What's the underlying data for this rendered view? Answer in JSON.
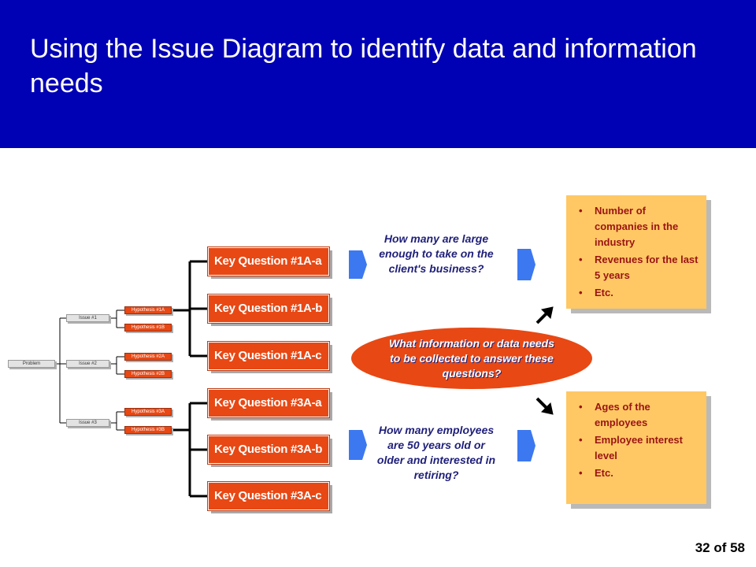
{
  "slide": {
    "title": "Using the Issue Diagram to identify data and information needs",
    "page_number": "32 of 58"
  },
  "tree": {
    "problem": "Problem",
    "issues": [
      "Issue #1",
      "Issue #2",
      "Issue #3"
    ],
    "hypotheses": [
      "Hypothesis #1A",
      "Hypothesis #1B",
      "Hypothesis #2A",
      "Hypothesis #2B",
      "Hypothesis #3A",
      "Hypothesis #3B"
    ]
  },
  "key_questions": [
    "Key Question #1A-a",
    "Key Question #1A-b",
    "Key Question #1A-c",
    "Key Question #3A-a",
    "Key Question #3A-b",
    "Key Question #3A-c"
  ],
  "questions": {
    "top": "How many are large enough to take on the client's business?",
    "bottom": "How many employees are 50 years old or older and interested in retiring?",
    "center": "What information or data needs to be collected to answer these questions?"
  },
  "notes": {
    "top": [
      "Number of companies in the industry",
      "Revenues for the last 5 years",
      "Etc."
    ],
    "bottom": [
      "Ages of the employees",
      "Employee interest level",
      "Etc."
    ]
  },
  "colors": {
    "header": "#0000b4",
    "accent": "#e84814",
    "note": "#ffc864",
    "note_text": "#9a1414",
    "arrow": "#3c78f0"
  }
}
